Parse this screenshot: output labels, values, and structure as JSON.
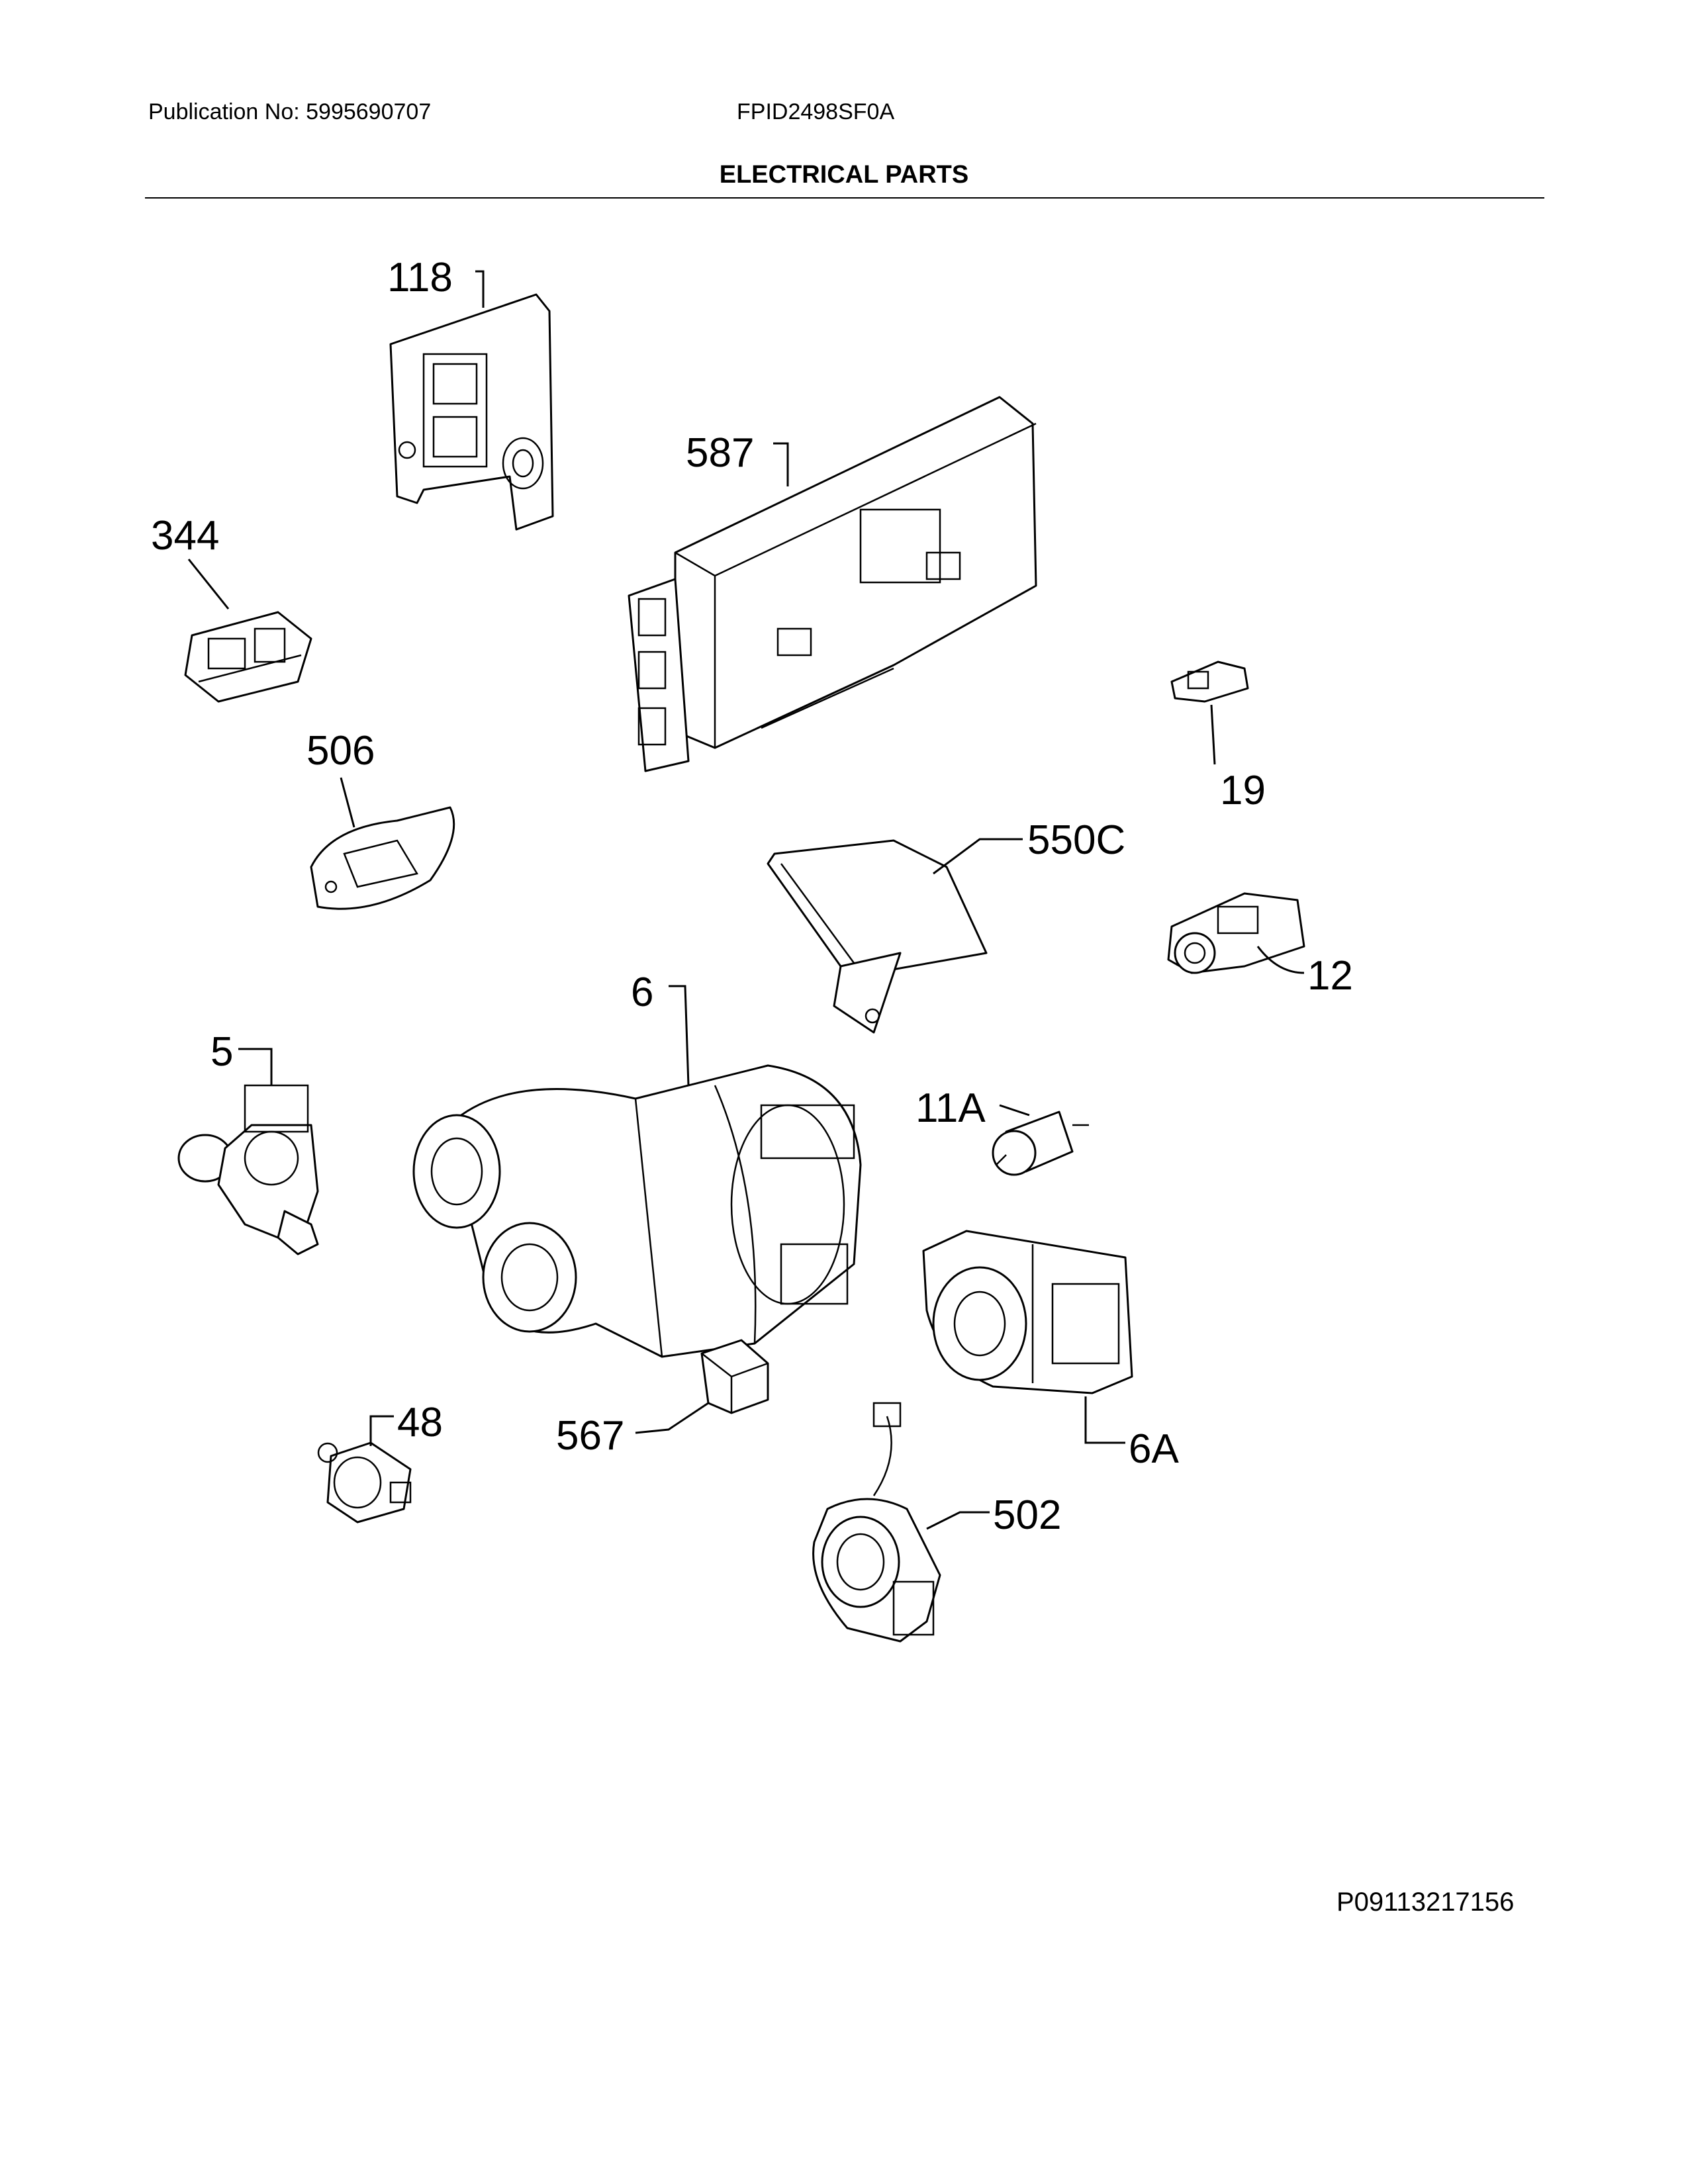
{
  "header": {
    "publication": "Publication No: 5995690707",
    "model": "FPID2498SF0A",
    "section_title": "ELECTRICAL PARTS"
  },
  "parts": [
    {
      "id": "118",
      "label": "118"
    },
    {
      "id": "344",
      "label": "344"
    },
    {
      "id": "587",
      "label": "587"
    },
    {
      "id": "506",
      "label": "506"
    },
    {
      "id": "19",
      "label": "19"
    },
    {
      "id": "550C",
      "label": "550C"
    },
    {
      "id": "12",
      "label": "12"
    },
    {
      "id": "6",
      "label": "6"
    },
    {
      "id": "5",
      "label": "5"
    },
    {
      "id": "11A",
      "label": "11A"
    },
    {
      "id": "48",
      "label": "48"
    },
    {
      "id": "567",
      "label": "567"
    },
    {
      "id": "6A",
      "label": "6A"
    },
    {
      "id": "502",
      "label": "502"
    }
  ],
  "footer": {
    "figure_code": "P09113217156"
  }
}
